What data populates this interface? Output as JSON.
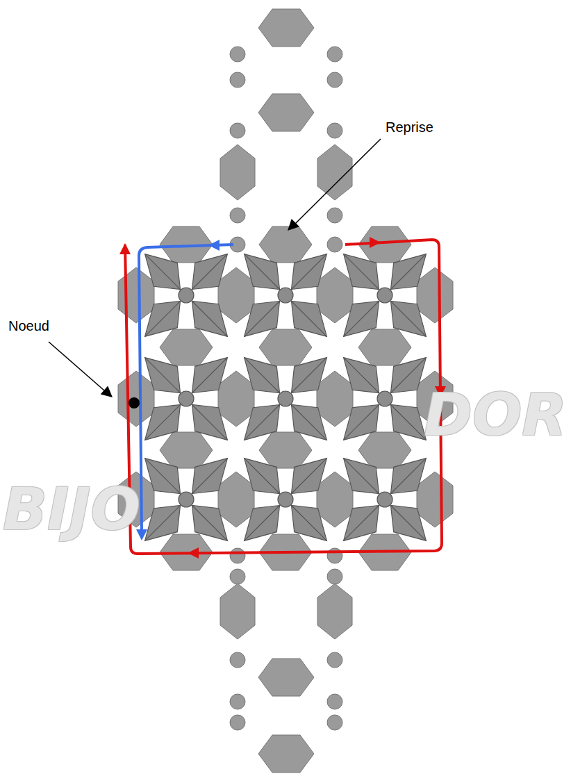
{
  "diagram": {
    "labels": [
      "Reprise",
      "Noeud",
      "BIJO",
      "DOR"
    ]
  }
}
